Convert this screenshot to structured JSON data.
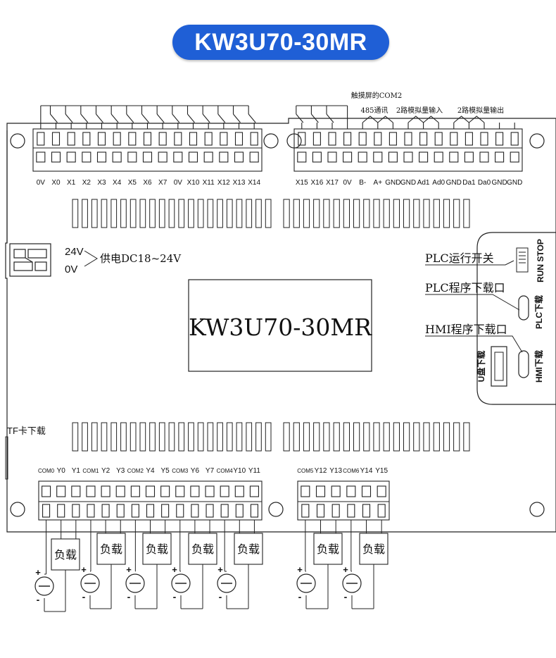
{
  "title": "KW3U70-30MR",
  "board": {
    "model_label": "KW3U70-30MR",
    "power": {
      "v24": "24V",
      "v0": "0V",
      "supply": "供电DC18~24V"
    },
    "top_left_terminals": [
      "0V",
      "X0",
      "X1",
      "X2",
      "X3",
      "X4",
      "X5",
      "X6",
      "X7",
      "0V",
      "X10",
      "X11",
      "X12",
      "X13",
      "X14"
    ],
    "top_right_terminals": [
      "X15",
      "X16",
      "X17",
      "0V",
      "B-",
      "A+",
      "GND",
      "GND",
      "Ad1",
      "Ad0",
      "GND",
      "Da1",
      "Da0",
      "GND",
      "GND"
    ],
    "top_right_groups": {
      "rs485": "触摸屏的COM2",
      "rs485_sub": "485通讯",
      "analog_in": "2路模拟量输入",
      "analog_out": "2路模拟量输出"
    },
    "panel": {
      "run_switch": "PLC运行开关",
      "plc_download": "PLC程序下载口",
      "hmi_download": "HMI程序下载口",
      "run_stop": "RUN STOP",
      "plc_port": "PLC下载",
      "hmi_port": "HMI下载",
      "u_disk": "U盘下载"
    },
    "tf_card": "TF卡下载",
    "bottom_left_terminals": [
      "COM0",
      "Y0",
      "Y1",
      "COM1",
      "Y2",
      "Y3",
      "COM2",
      "Y4",
      "Y5",
      "COM3",
      "Y6",
      "Y7",
      "COM4",
      "Y10",
      "Y11"
    ],
    "bottom_right_terminals": [
      "COM5",
      "Y12",
      "Y13",
      "COM6",
      "Y14",
      "Y15"
    ],
    "load_label": "负载",
    "plus": "+",
    "minus": "-"
  }
}
